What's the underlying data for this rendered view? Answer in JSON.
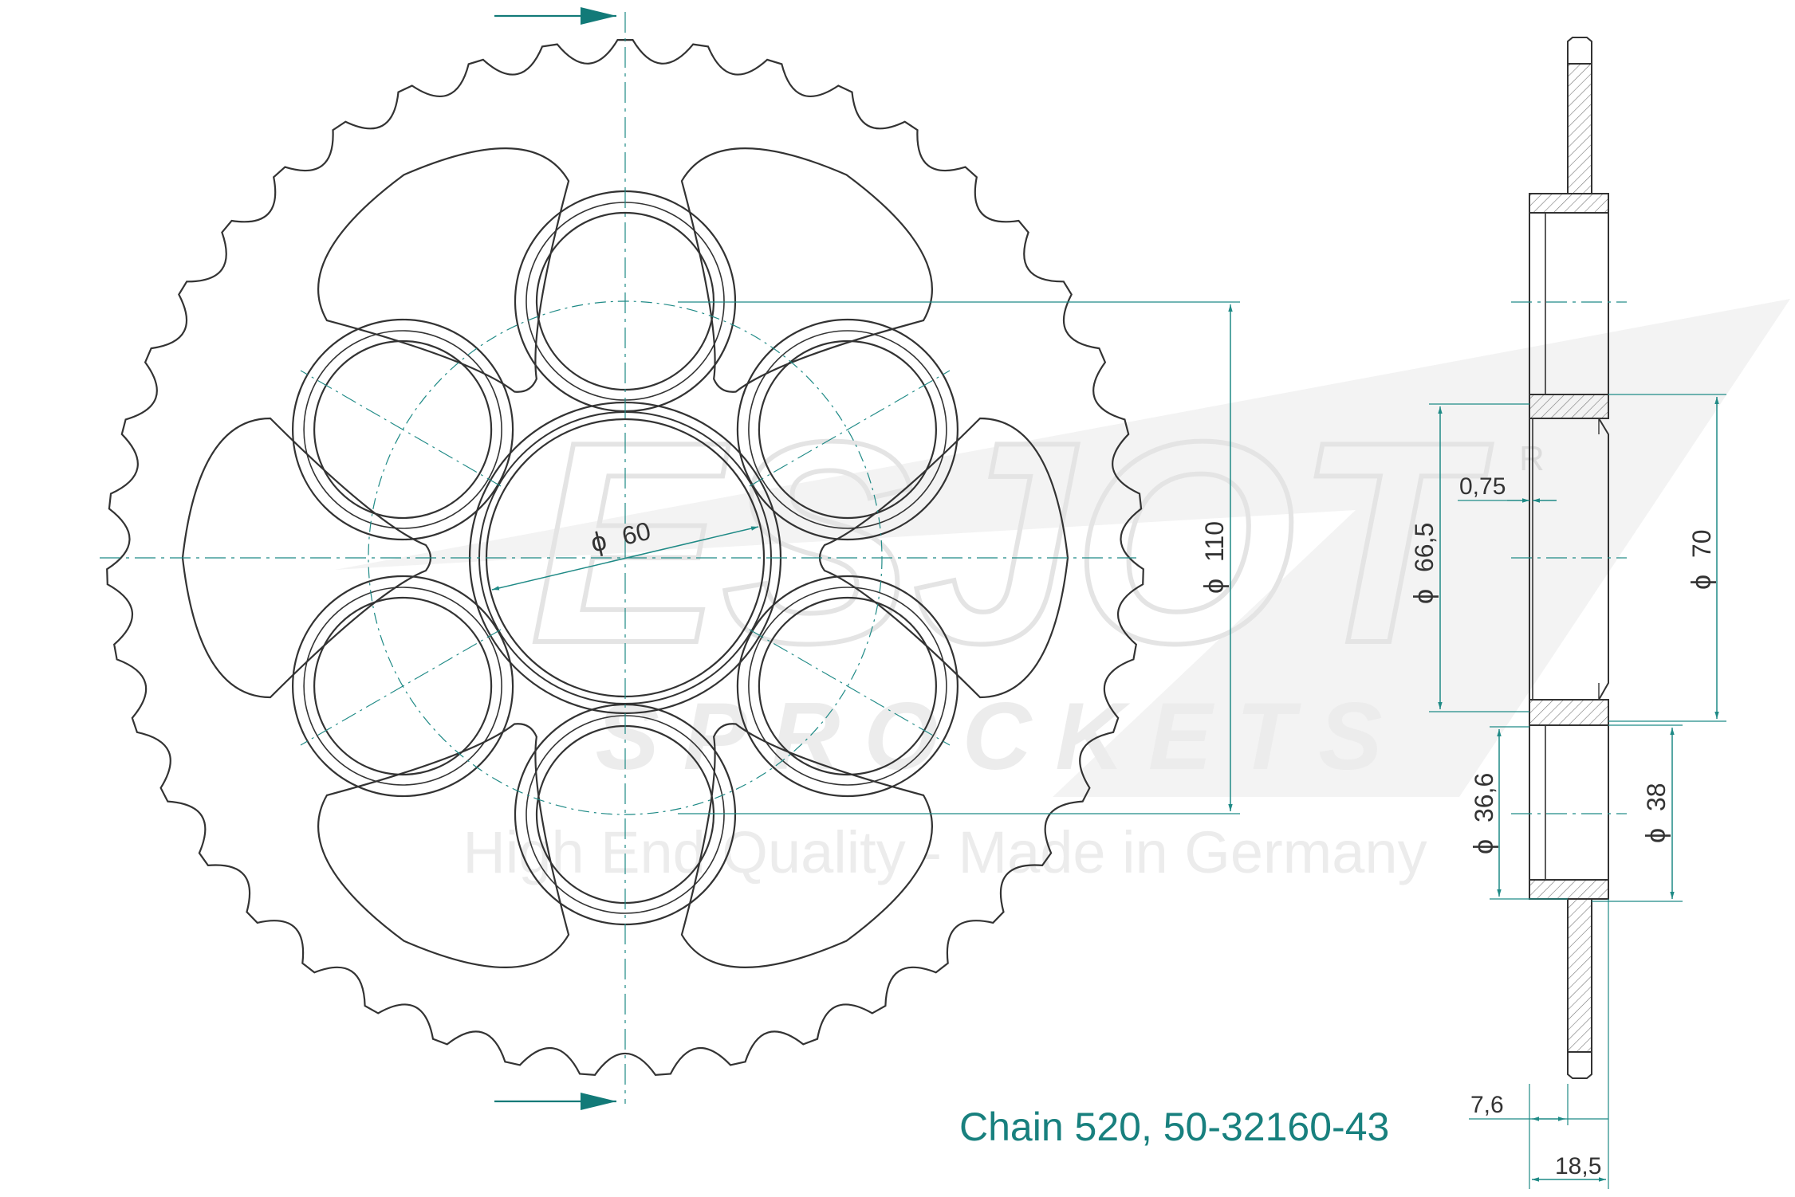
{
  "colors": {
    "outline": "#333333",
    "dimension": "#1f8a86",
    "arrow": "#127a78",
    "watermark": "#ededed"
  },
  "watermark": {
    "brand": "ESJOT",
    "registered": "R",
    "subtitle": "SPROCKETS",
    "tagline": "High End Quality - Made in Germany"
  },
  "front_view": {
    "teeth": 43,
    "mounting_holes": 6,
    "dim_bore": "60",
    "dim_bolt_circle": "110"
  },
  "side_view": {
    "dim_665": "66,5",
    "dim_075": "0,75",
    "dim_70": "70",
    "dim_366": "36,6",
    "dim_38": "38",
    "dim_76": "7,6",
    "dim_185": "18,5",
    "phi": "ϕ"
  },
  "caption": "Chain 520, 50-32160-43"
}
